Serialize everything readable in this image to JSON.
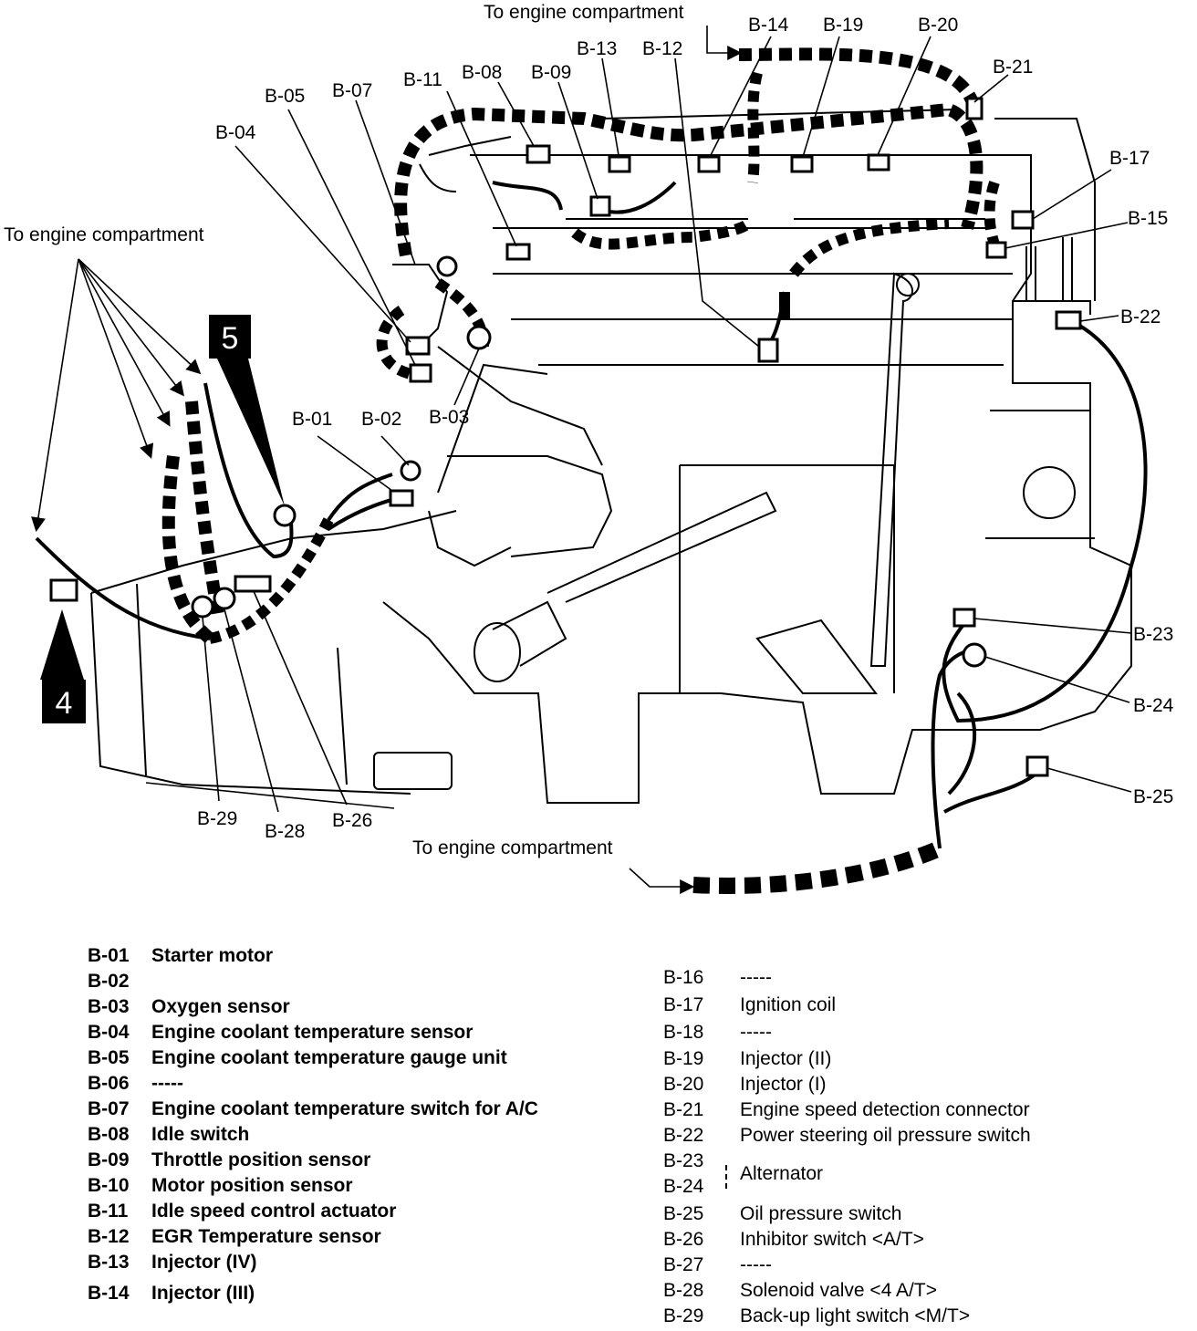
{
  "callouts": {
    "to_engine_top": "To engine compartment",
    "to_engine_left": "To engine compartment",
    "to_engine_bottom": "To engine compartment",
    "b01": "B-01",
    "b02": "B-02",
    "b03": "B-03",
    "b04": "B-04",
    "b05": "B-05",
    "b07": "B-07",
    "b08": "B-08",
    "b09": "B-09",
    "b11": "B-11",
    "b12": "B-12",
    "b13": "B-13",
    "b14": "B-14",
    "b15": "B-15",
    "b17": "B-17",
    "b19": "B-19",
    "b20": "B-20",
    "b21": "B-21",
    "b22": "B-22",
    "b23": "B-23",
    "b24": "B-24",
    "b25": "B-25",
    "b26": "B-26",
    "b28": "B-28",
    "b29": "B-29",
    "marker4": "4",
    "marker5": "5"
  },
  "legend_left": [
    {
      "code": "B-01",
      "desc": "Starter motor"
    },
    {
      "code": "B-02",
      "desc": ""
    },
    {
      "code": "B-03",
      "desc": "Oxygen sensor"
    },
    {
      "code": "B-04",
      "desc": "Engine coolant temperature sensor"
    },
    {
      "code": "B-05",
      "desc": "Engine coolant temperature gauge unit"
    },
    {
      "code": "B-06",
      "desc": "-----"
    },
    {
      "code": "B-07",
      "desc": "Engine coolant temperature switch for A/C"
    },
    {
      "code": "B-08",
      "desc": "Idle switch"
    },
    {
      "code": "B-09",
      "desc": "Throttle position sensor"
    },
    {
      "code": "B-10",
      "desc": "Motor position sensor"
    },
    {
      "code": "B-11",
      "desc": "Idle speed control actuator"
    },
    {
      "code": "B-12",
      "desc": "EGR Temperature sensor"
    },
    {
      "code": "B-13",
      "desc": "Injector (IV)"
    },
    {
      "code": "B-14",
      "desc": "Injector (III)"
    }
  ],
  "legend_right": [
    {
      "code": "B-16",
      "desc": "-----"
    },
    {
      "code": "B-17",
      "desc": "Ignition coil"
    },
    {
      "code": "B-18",
      "desc": "-----"
    },
    {
      "code": "B-19",
      "desc": "Injector (II)"
    },
    {
      "code": "B-20",
      "desc": "Injector (I)"
    },
    {
      "code": "B-21",
      "desc": "Engine speed detection connector"
    },
    {
      "code": "B-22",
      "desc": "Power steering oil pressure switch"
    },
    {
      "code": "B-23",
      "desc": "Alternator"
    },
    {
      "code": "B-24",
      "desc": ""
    },
    {
      "code": "B-25",
      "desc": "Oil pressure switch"
    },
    {
      "code": "B-26",
      "desc": "Inhibitor switch <A/T>"
    },
    {
      "code": "B-27",
      "desc": "-----"
    },
    {
      "code": "B-28",
      "desc": "Solenoid valve <4 A/T>"
    },
    {
      "code": "B-29",
      "desc": "Back-up light switch <M/T>"
    }
  ]
}
